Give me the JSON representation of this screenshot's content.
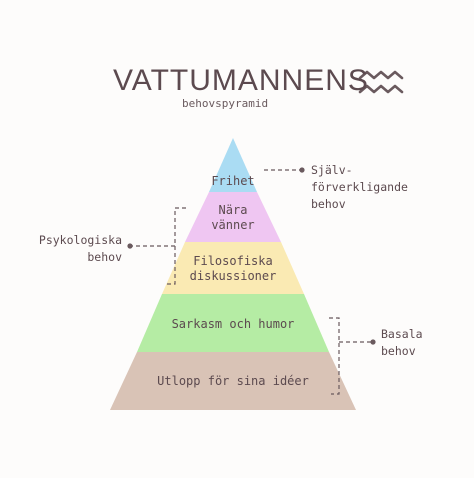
{
  "header": {
    "title": "VATTUMANNENS",
    "subtitle": "behovspyramid",
    "symbol_icon": "aquarius-icon"
  },
  "levels": [
    {
      "label": "Frihet",
      "color": "#aadcf3"
    },
    {
      "label": "Nära\nvänner",
      "color": "#efc6f2"
    },
    {
      "label": "Filosofiska\ndiskussioner",
      "color": "#faeab3"
    },
    {
      "label": "Sarkasm och humor",
      "color": "#b5eca4"
    },
    {
      "label": "Utlopp för sina idéer",
      "color": "#d9c3b6"
    }
  ],
  "annotations": {
    "self_actualization": "Själv-\nförverkligande\nbehov",
    "psychological": "Psykologiska\nbehov",
    "basic": "Basala\nbehov"
  },
  "colors": {
    "text": "#5c4a4f",
    "line": "#6a5a5e"
  }
}
